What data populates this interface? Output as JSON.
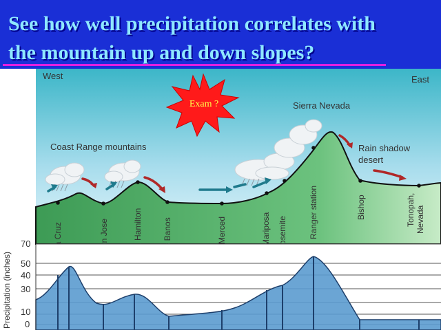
{
  "slide": {
    "title_line1": "See how well precipitation correlates with",
    "title_line2": "the mountain up and down slopes?"
  },
  "diagram": {
    "west": "West",
    "east": "East",
    "exam_badge": "Exam ?",
    "coast_range": "Coast Range mountains",
    "sierra_nevada": "Sierra Nevada",
    "rain_shadow_line1": "Rain shadow",
    "rain_shadow_line2": "desert",
    "places": [
      "Santa Cruz",
      "San Jose",
      "Mt. Hamilton",
      "Los Banos",
      "Merced",
      "Mariposa",
      "Yosemite",
      "Ranger station",
      "Bishop",
      "Tonopah,",
      "Nevada"
    ],
    "y_axis_label": "Precipitation (inches)",
    "y_ticks": [
      "70",
      "50",
      "40",
      "30",
      "10",
      "0"
    ]
  },
  "colors": {
    "background": "#1a2fd6",
    "title": "#8fe8ff",
    "underline": "#e020e0",
    "precip_fill": "#5b9bcf",
    "terrain_fill": "#4fae6a",
    "badge": "#ff1a1a"
  }
}
